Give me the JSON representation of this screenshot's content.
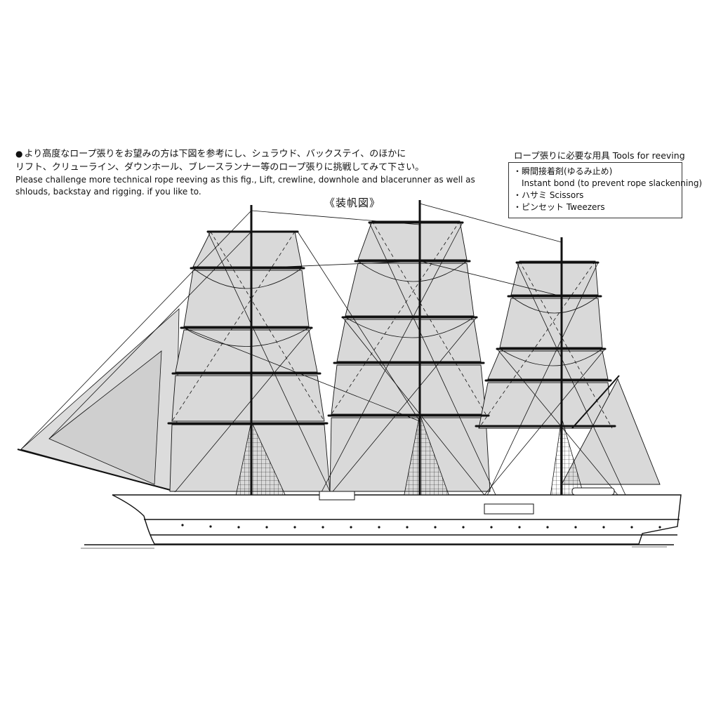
{
  "note": {
    "bullet": "●",
    "line1_jp": "より高度なロープ張りをお望みの方は下図を参考にし、シュラウド、バックステイ、のほかに",
    "line2_jp": "リフト、クリューライン、ダウンホール、ブレースランナー等のロープ張りに挑戦してみて下さい。",
    "line3_en": "Please challenge more technical rope reeving as this fig., Lift, crewline, downhole and blacerunner as well as",
    "line4_en": "shlouds, backstay and rigging. if you like to."
  },
  "diagram_title": "《装帆図》",
  "tools": {
    "title": "ロープ張りに必要な用具 Tools for reeving",
    "items": [
      {
        "label": "・瞬間接着剤(ゆるみ止め)",
        "sub": "Instant bond (to prevent rope slackenning)"
      },
      {
        "label": "・ハサミ Scissors",
        "sub": ""
      },
      {
        "label": "・ピンセット Tweezers",
        "sub": ""
      }
    ]
  },
  "colors": {
    "ink": "#111111",
    "sail": "#d9d9d9",
    "paper": "#ffffff"
  }
}
